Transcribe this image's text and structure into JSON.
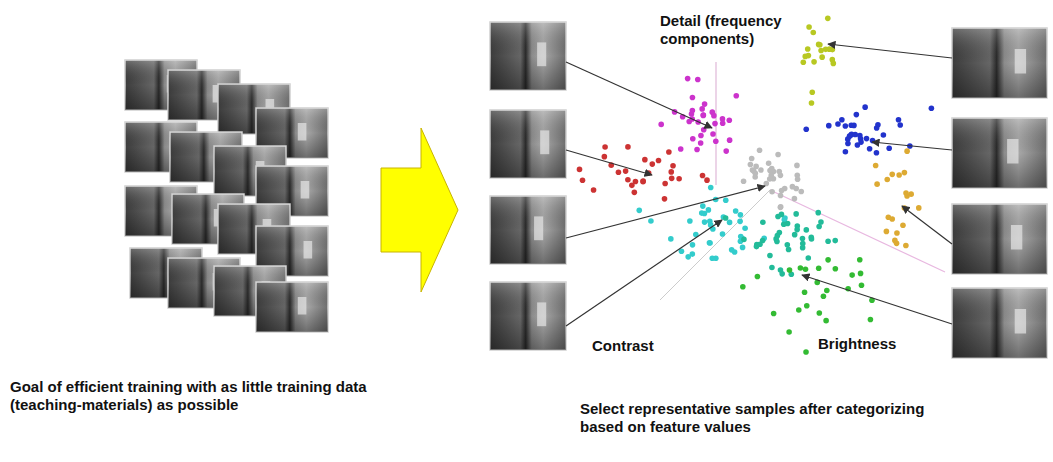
{
  "diagram": {
    "labels": [
      "Detail (frequency components)",
      "Contrast",
      "Brightness",
      "Goal of efficient training with as little training data (teaching-materials) as possible",
      "Select representative samples after categorizing based on feature values"
    ]
  }
}
